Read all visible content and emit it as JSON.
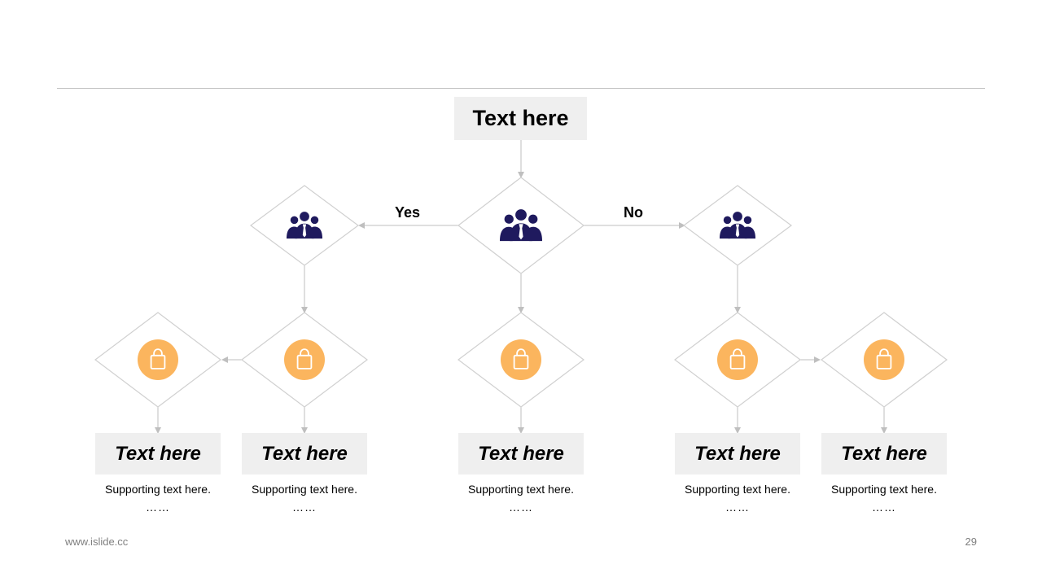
{
  "slide": {
    "top_box": "Text here",
    "branches": {
      "yes": "Yes",
      "no": "No"
    },
    "results": [
      {
        "title": "Text here",
        "support": "Supporting text here.",
        "dots": "……"
      },
      {
        "title": "Text here",
        "support": "Supporting text here.",
        "dots": "……"
      },
      {
        "title": "Text here",
        "support": "Supporting text here.",
        "dots": "……"
      },
      {
        "title": "Text here",
        "support": "Supporting text here.",
        "dots": "……"
      },
      {
        "title": "Text here",
        "support": "Supporting text here.",
        "dots": "……"
      }
    ],
    "footer": {
      "url": "www.islide.cc",
      "page": "29"
    }
  },
  "icons": {
    "decision": "people-group-icon",
    "outcome": "shopping-bag-icon"
  },
  "colors": {
    "people_icon": "#1f1a5e",
    "bag_circle": "#fbb55e",
    "connector": "#bfbfbf",
    "box_fill": "#efefef"
  }
}
